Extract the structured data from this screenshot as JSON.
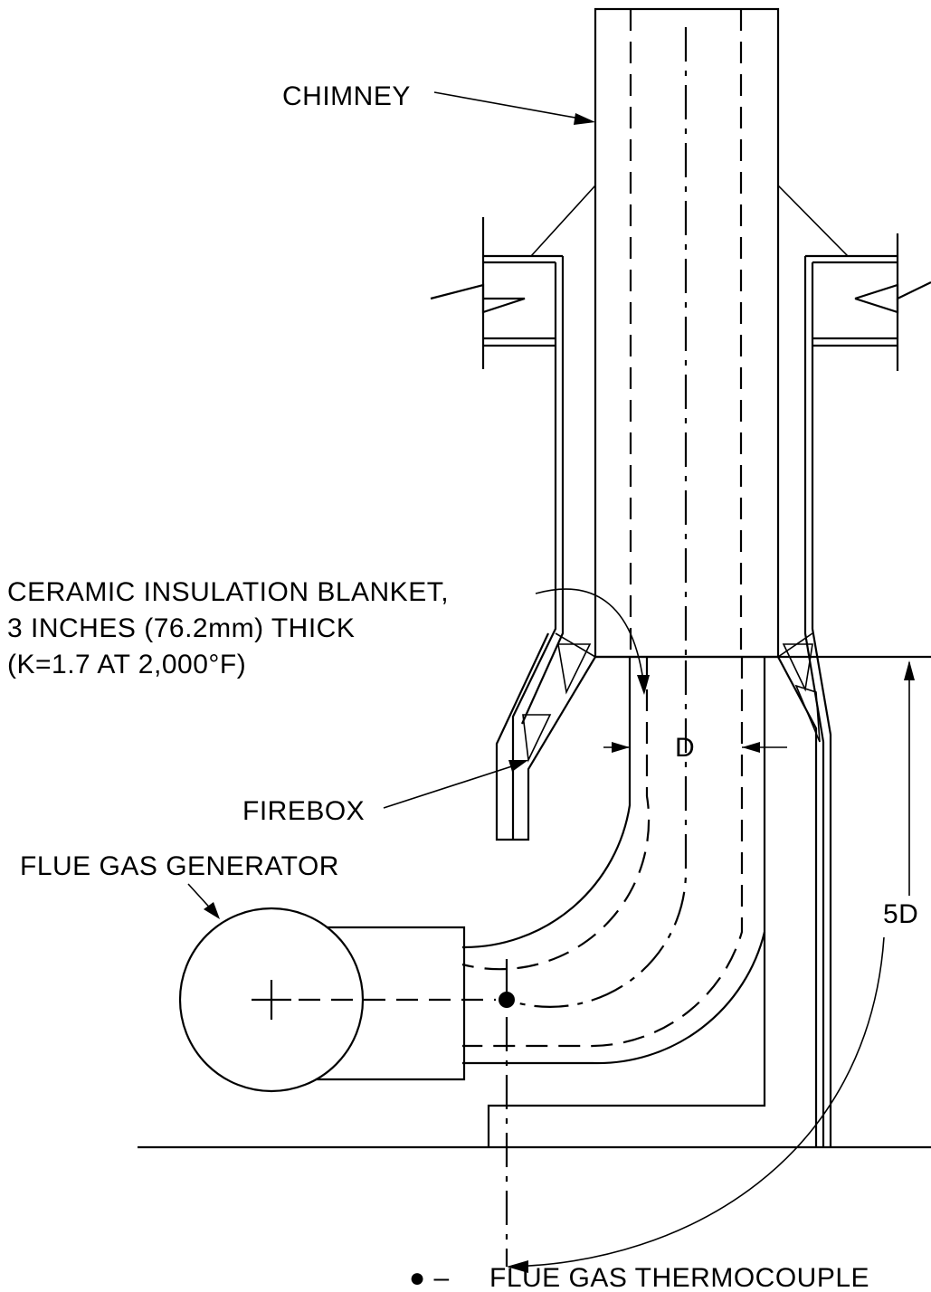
{
  "labels": {
    "chimney": "CHIMNEY",
    "insulation_line1": "CERAMIC INSULATION BLANKET,",
    "insulation_line2": "3 INCHES (76.2mm) THICK",
    "insulation_line3": "(K=1.7 AT 2,000°F)",
    "firebox": "FIREBOX",
    "generator": "FLUE GAS GENERATOR",
    "diameter": "D",
    "five_d": "5D",
    "legend_symbol": "● –",
    "legend_text": "FLUE GAS THERMOCOUPLE"
  }
}
